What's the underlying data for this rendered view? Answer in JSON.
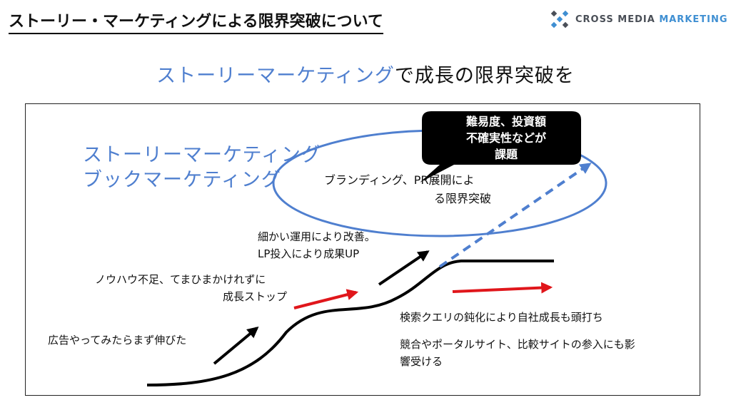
{
  "header": {
    "title": "ストーリー・マーケティングによる限界突破について"
  },
  "logo": {
    "text_main": "CROSS MEDIA ",
    "text_accent": "MARKETING"
  },
  "main_title": {
    "highlight": "ストーリーマーケティング",
    "rest": "で成長の限界突破を"
  },
  "diagram": {
    "blue_label_1": "ストーリーマーケティング",
    "blue_label_2": "ブックマーケティング",
    "ellipse_text_1": "ブランディング、PR展開によ",
    "ellipse_text_2": "る限界突破",
    "callout_line_1": "難易度、投資額",
    "callout_line_2": "不確実性などが",
    "callout_line_3": "課題",
    "label_ad": "広告やってみたらまず伸びた",
    "label_knowhow_1": "ノウハウ不足、てまひまかけれずに",
    "label_knowhow_2": "成長ストップ",
    "label_improve_1": "細かい運用により改善。",
    "label_improve_2": "LP投入により成果UP",
    "label_search": "検索クエリの鈍化により自社成長も頭打ち",
    "label_compete_1": "競合やポータルサイト、比較サイトの参入にも影",
    "label_compete_2": "響受ける",
    "colors": {
      "blue": "#4f7fcf",
      "red": "#e0161b",
      "black": "#000000"
    }
  }
}
